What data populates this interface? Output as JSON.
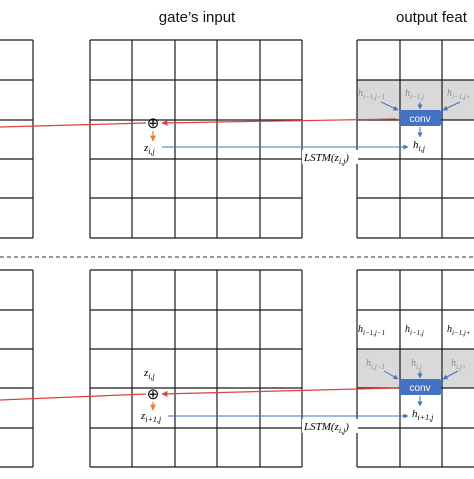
{
  "headers": {
    "gates_input": "gate’s input",
    "output_feat": "output feat"
  },
  "labels": {
    "conv": "conv",
    "oplus": "⊕",
    "lstm": "LSTM(z",
    "lstm_sub": "i,j",
    "lstm_close": ")"
  },
  "top": {
    "z_label": "z",
    "z_sub": "i,j",
    "h_out": "h",
    "h_out_sub": "i,j",
    "shaded_h": [
      {
        "main": "h",
        "sub": "i−1,j−1"
      },
      {
        "main": "h",
        "sub": "i−1,j"
      },
      {
        "main": "h",
        "sub": "i−1,j+"
      }
    ]
  },
  "bottom": {
    "z_above": "z",
    "z_above_sub": "i,j",
    "z_below": "z",
    "z_below_sub": "i+1,j",
    "h_out": "h",
    "h_out_sub": "i+1,j",
    "row_h": [
      {
        "main": "h",
        "sub": "i−1,j−1"
      },
      {
        "main": "h",
        "sub": "i−1,j"
      },
      {
        "main": "h",
        "sub": "i−1,j+"
      }
    ],
    "shaded_h": [
      {
        "main": "h",
        "sub": "i,j−1"
      },
      {
        "main": "h",
        "sub": "i,j"
      },
      {
        "main": "h",
        "sub": "i,j+"
      }
    ]
  },
  "colors": {
    "grid": "#1a1a1a",
    "shade": "#d9d9d9",
    "conv_box": "#4472c4",
    "blue_arrow": "#4472c4",
    "red_line": "#e0403a",
    "orange_arrow": "#ed7d31",
    "label_gray": "#8c8c8c"
  }
}
